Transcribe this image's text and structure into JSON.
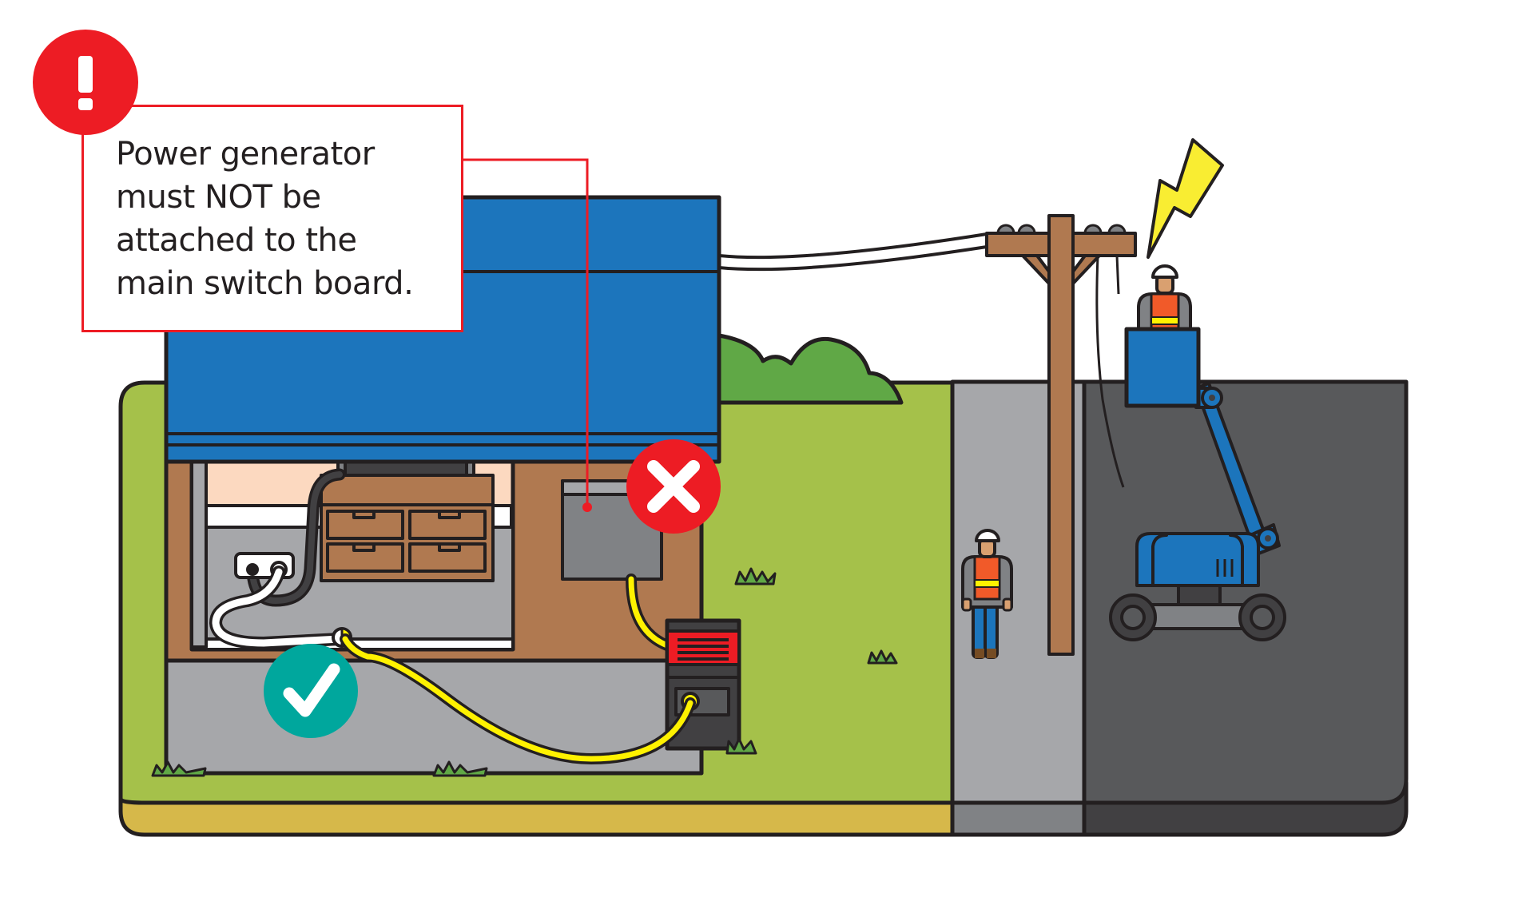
{
  "callout": {
    "icon": "exclamation-alert-icon",
    "lines": [
      "Power generator",
      "must NOT be",
      "attached to the",
      "main switch board."
    ]
  },
  "markers": {
    "wrong": {
      "icon": "x-cross-icon",
      "meaning": "incorrect connection",
      "target": "main switch board"
    },
    "correct": {
      "icon": "checkmark-icon",
      "meaning": "correct connection",
      "target": "appliance power strip via extension cord"
    }
  },
  "scene": {
    "elements": [
      "house",
      "main-switch-board",
      "power-generator",
      "extension-cord",
      "power-strip",
      "tv-cabinet",
      "utility-pole",
      "power-lines",
      "lineworker-in-bucket",
      "lineworker-on-sidewalk",
      "boom-lift",
      "lightning-bolt",
      "bush"
    ]
  },
  "colors": {
    "alert_red": "#ed1c24",
    "check_teal": "#00a79d",
    "roof_blue": "#1c75bc",
    "grass": "#a5c14a",
    "bush": "#60a846",
    "soil": "#d6b84a",
    "wall_brown": "#b07950",
    "cord_yellow": "#fff200",
    "sidewalk": "#a6a7aa",
    "road": "#58595b"
  }
}
